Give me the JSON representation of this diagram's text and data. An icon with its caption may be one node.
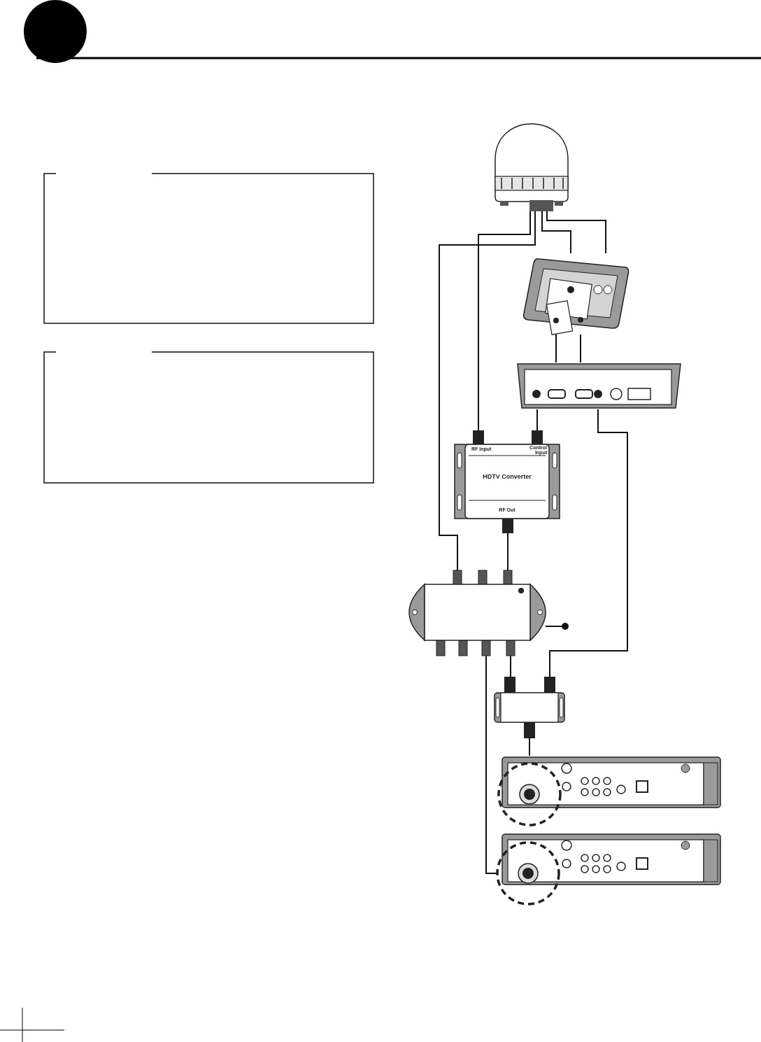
{
  "diagram": {
    "nodes": [
      {
        "text": [],
        "shape": "box"
      },
      {
        "text": [],
        "shape": "box"
      },
      {
        "text": [],
        "shape": "picture"
      },
      {
        "text": [],
        "shape": "picture"
      },
      {
        "text": [],
        "shape": "picture"
      },
      {
        "text": [
          "RF Input",
          "Control Input",
          "HDTV Converter",
          "RF Out"
        ]
      },
      {
        "text": [],
        "shape": "picture"
      },
      {
        "text": [],
        "shape": "circle"
      },
      {
        "text": [],
        "shape": "picture"
      },
      {
        "text": [],
        "shape": "picture"
      },
      {
        "text": [],
        "shape": "picture"
      }
    ],
    "edges": [
      {
        "from": 2,
        "to": 6,
        "arrow": "none"
      },
      {
        "from": 2,
        "to": 5,
        "arrow": "none"
      },
      {
        "from": 2,
        "to": 3,
        "arrow": "none"
      },
      {
        "from": 2,
        "to": 3,
        "arrow": "none"
      },
      {
        "from": 3,
        "to": 4,
        "arrow": "none"
      },
      {
        "from": 3,
        "to": 4,
        "arrow": "none"
      },
      {
        "from": 4,
        "to": 5,
        "arrow": "none"
      },
      {
        "from": 4,
        "to": 8,
        "arrow": "none"
      },
      {
        "from": 5,
        "to": 6,
        "arrow": "none"
      },
      {
        "from": 6,
        "to": 7,
        "arrow": "none"
      },
      {
        "from": 6,
        "to": 8,
        "arrow": "none"
      },
      {
        "from": 6,
        "to": 10,
        "arrow": "none"
      },
      {
        "from": 8,
        "to": 9,
        "arrow": "none"
      }
    ]
  }
}
